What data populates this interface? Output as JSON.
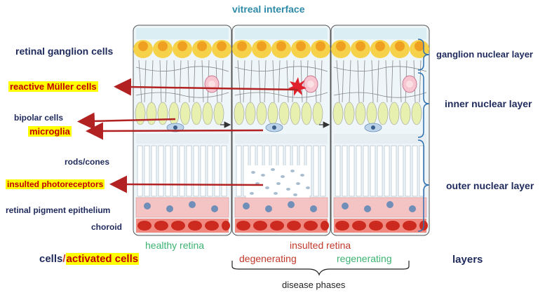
{
  "title": "vitreal interface",
  "cell_labels": {
    "ganglion": "retinal ganglion cells",
    "muller": "reactive Müller cells",
    "bipolar": "bipolar cells",
    "microglia": "microglia",
    "rods": "rods/cones",
    "insulted_photo": "insulted photoreceptors",
    "rpe": "retinal pigment epithelium",
    "choroid": "choroid"
  },
  "layer_labels": {
    "ganglion": "ganglion nuclear layer",
    "inner": "inner nuclear layer",
    "outer": "outer nuclear layer"
  },
  "panel_labels": {
    "healthy": "healthy retina",
    "insulted": "insulted retina",
    "degenerating": "degenerating",
    "regenerating": "regenerating"
  },
  "footer": {
    "cells": "cells",
    "separator": "/",
    "activated": "activated cells",
    "layers": "layers",
    "phases": "disease phases"
  },
  "colors": {
    "navy": "#1f2a5c",
    "teal": "#2e8ba8",
    "green": "#3cb371",
    "red_text": "#c0392b",
    "arrow_red": "#b22222",
    "highlight": "#ffff00",
    "bracket_blue": "#2f6fb0",
    "ganglion_cell": "#f6d24a",
    "ganglion_nucleus": "#f0a020",
    "bipolar_cell": "#e8f0b0",
    "muller_cell": "#f7c6d0",
    "rpe": "#f4c3c3",
    "choroid": "#e0392b"
  }
}
